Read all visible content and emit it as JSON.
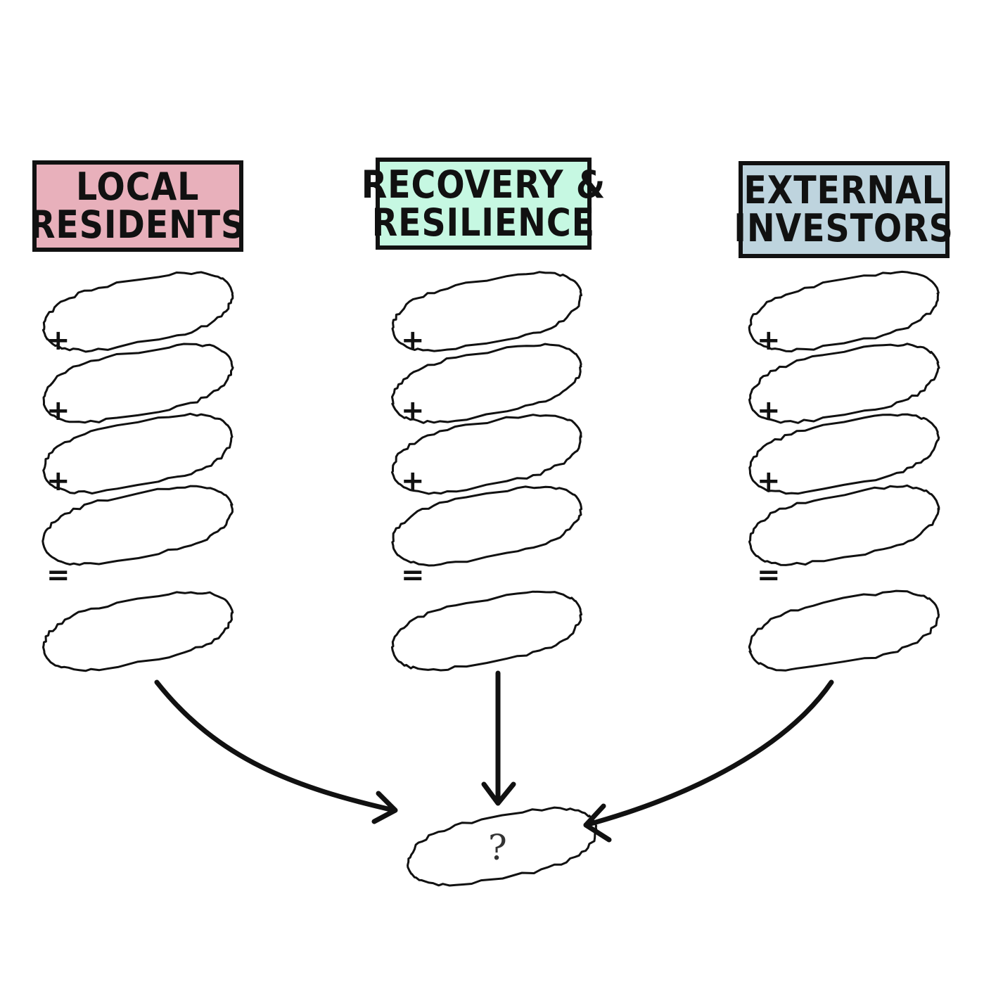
{
  "columns": [
    {
      "id": "local",
      "title_line1": "LOCAL",
      "title_line2": "RESIDENTS",
      "color": "#e8b0bb",
      "plus1": "+",
      "plus2": "+",
      "plus3": "+",
      "equals": "="
    },
    {
      "id": "recovery",
      "title_line1": "RECOVERY &",
      "title_line2": "RESILIENCE",
      "color": "#c6f8e2",
      "plus1": "+",
      "plus2": "+",
      "plus3": "+",
      "equals": "="
    },
    {
      "id": "external",
      "title_line1": "EXTERNAL",
      "title_line2": "INVESTORS",
      "color": "#bed4de",
      "plus1": "+",
      "plus2": "+",
      "plus3": "+",
      "equals": "="
    }
  ],
  "result": {
    "symbol": "?"
  },
  "colors": {
    "stroke": "#111111",
    "background": "#ffffff"
  }
}
